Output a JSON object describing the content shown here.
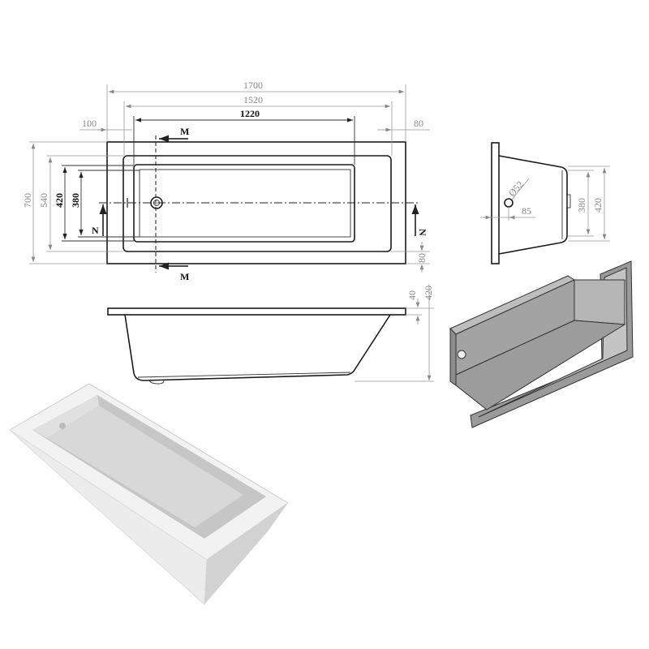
{
  "top_view": {
    "dims": {
      "length": "1700",
      "rim_length": "1520",
      "basin_length": "1220",
      "left_margin": "100",
      "right_margin": "80",
      "width": "700",
      "rim_width": "540",
      "basin_width": "420",
      "floor_width": "380",
      "bottom_margin": "80"
    },
    "section_labels": {
      "m_top": "M",
      "m_bottom": "M",
      "n_left": "N",
      "n_right": "N"
    }
  },
  "side_view": {
    "dims": {
      "rim_height": "40",
      "height": "420"
    }
  },
  "end_view": {
    "dims": {
      "drain_diameter": "Ø52",
      "drain_offset": "85",
      "inner_height": "380",
      "outer_height": "420"
    }
  },
  "colors": {
    "line": "#1a1a1a",
    "dimension": "#999999",
    "render_gray": "#a9a9a9"
  }
}
